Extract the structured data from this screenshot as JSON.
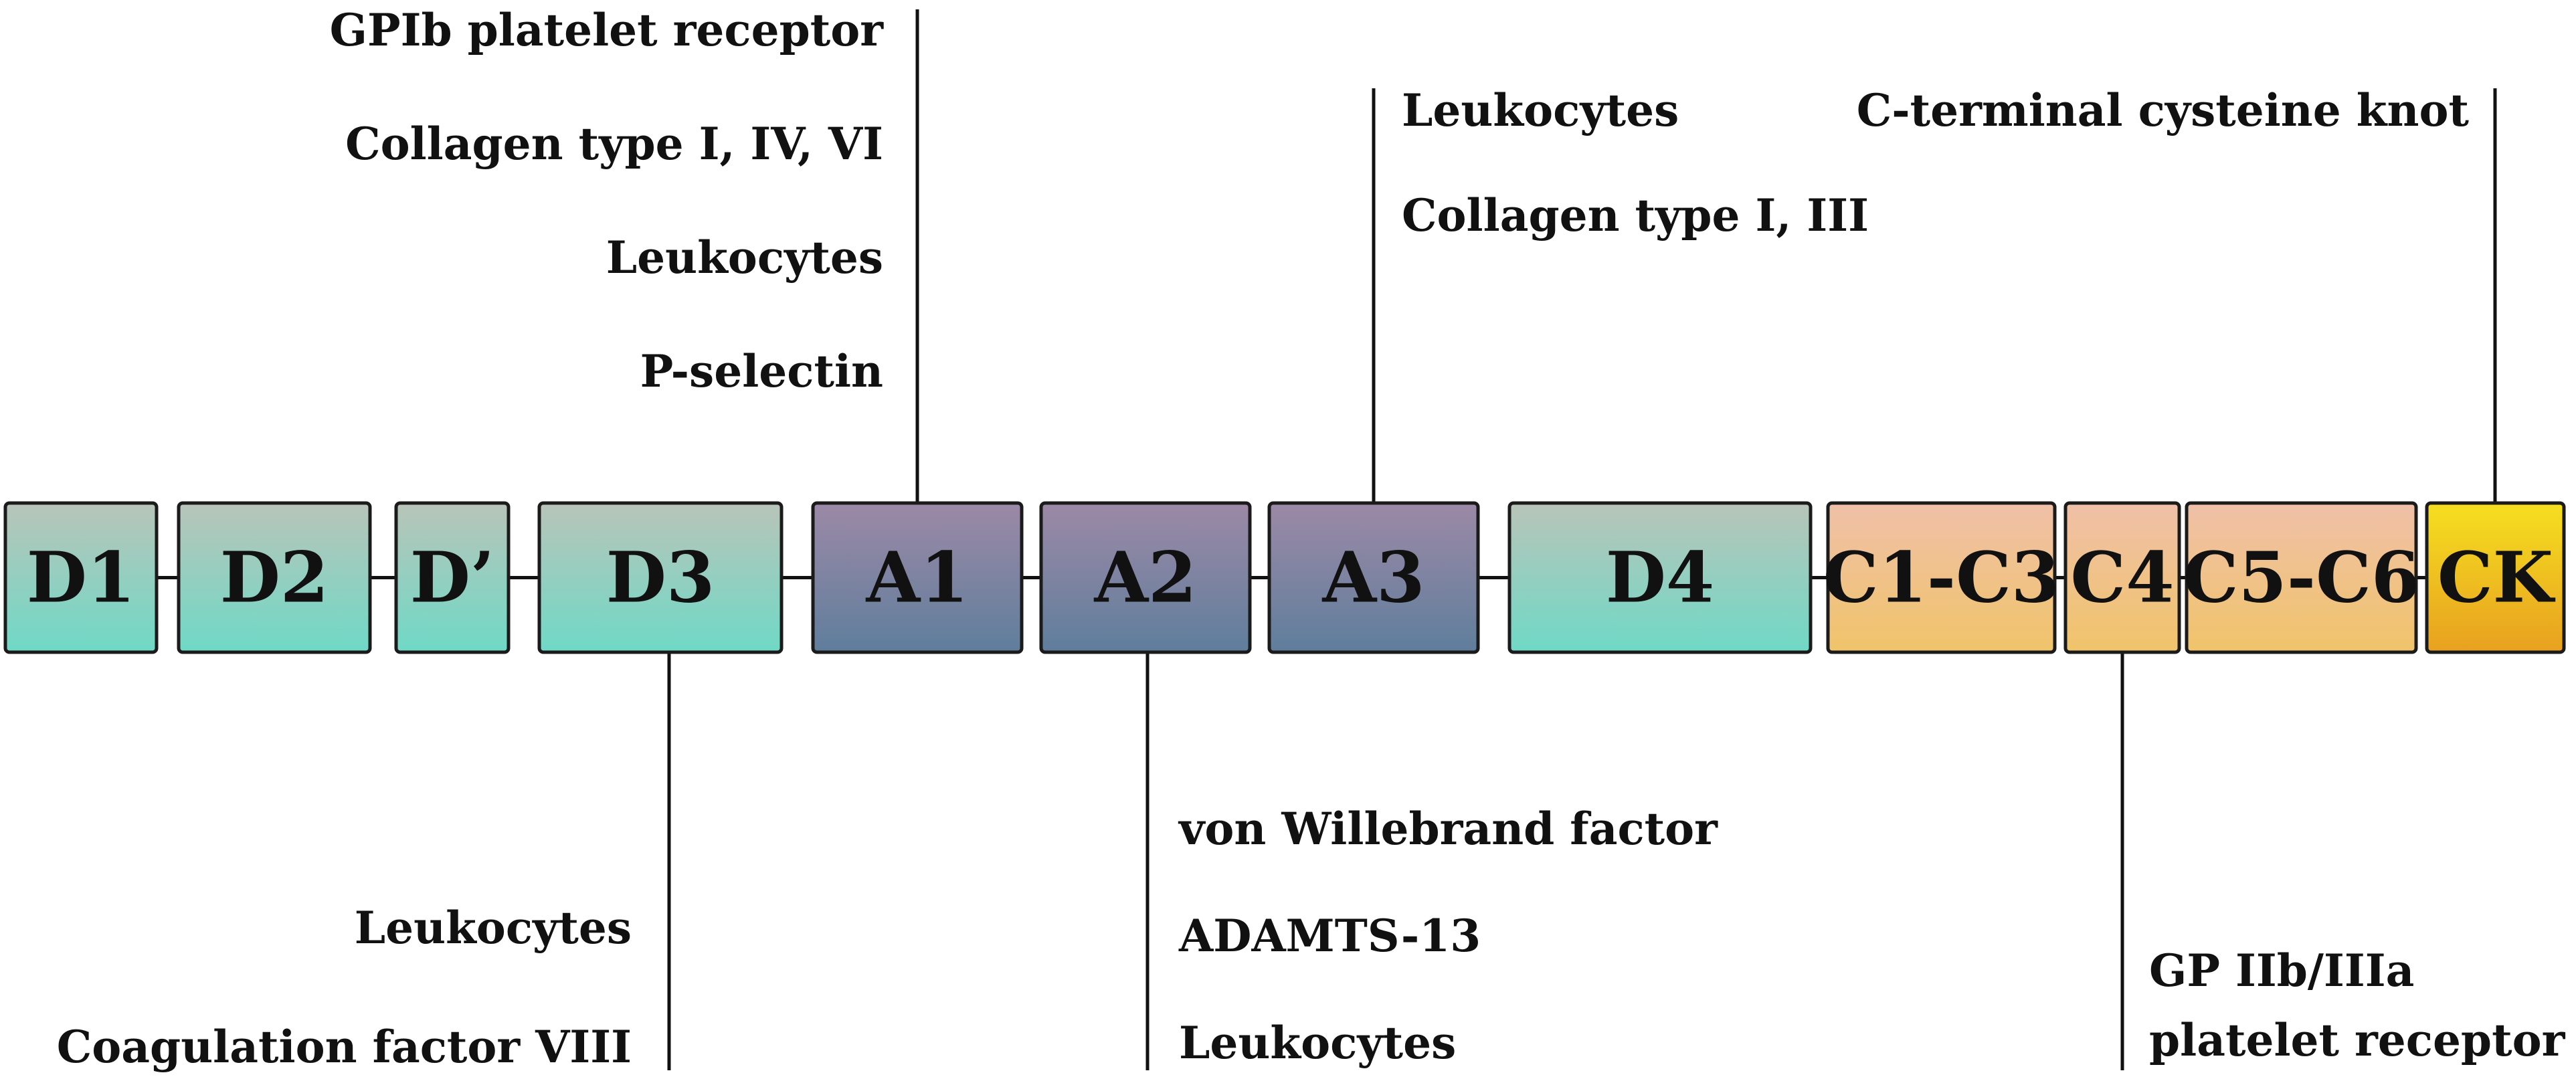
{
  "domains": [
    {
      "id": "d1",
      "label": "D1",
      "family": "D"
    },
    {
      "id": "d2",
      "label": "D2",
      "family": "D"
    },
    {
      "id": "dprime",
      "label": "D’",
      "family": "D"
    },
    {
      "id": "d3",
      "label": "D3",
      "family": "D"
    },
    {
      "id": "a1",
      "label": "A1",
      "family": "A"
    },
    {
      "id": "a2",
      "label": "A2",
      "family": "A"
    },
    {
      "id": "a3",
      "label": "A3",
      "family": "A"
    },
    {
      "id": "d4",
      "label": "D4",
      "family": "D"
    },
    {
      "id": "c1c3",
      "label": "C1-C3",
      "family": "C"
    },
    {
      "id": "c4",
      "label": "C4",
      "family": "C"
    },
    {
      "id": "c5c6",
      "label": "C5-C6",
      "family": "C"
    },
    {
      "id": "ck",
      "label": "CK",
      "family": "CK"
    }
  ],
  "colors": {
    "D": [
      "#b9c4b9",
      "#6fd9c6"
    ],
    "A": [
      "#9c89a6",
      "#5f7e9c"
    ],
    "C": [
      "#f0c0a8",
      "#f0c46a"
    ],
    "CK": [
      "#f5df20",
      "#e8a020"
    ]
  },
  "annotations": [
    {
      "id": "a1",
      "domain": "a1",
      "side": "top",
      "labels": [
        "GPIb platelet receptor",
        "Collagen type I, IV, VI",
        "Leukocytes",
        "P-selectin"
      ]
    },
    {
      "id": "a3",
      "domain": "a3",
      "side": "top",
      "labels": [
        "Leukocytes",
        "Collagen type I, III"
      ]
    },
    {
      "id": "ck",
      "domain": "ck",
      "side": "top",
      "labels": [
        "C-terminal cysteine knot"
      ]
    },
    {
      "id": "d3",
      "domain": "d3",
      "side": "bottom",
      "labels": [
        "Leukocytes",
        "Coagulation factor VIII"
      ]
    },
    {
      "id": "a2",
      "domain": "a2",
      "side": "bottom",
      "labels": [
        "von Willebrand factor",
        "ADAMTS-13",
        "Leukocytes"
      ]
    },
    {
      "id": "c4",
      "domain": "c4",
      "side": "bottom",
      "labels": [
        "GP IIb/IIIa",
        "platelet receptor"
      ]
    }
  ]
}
